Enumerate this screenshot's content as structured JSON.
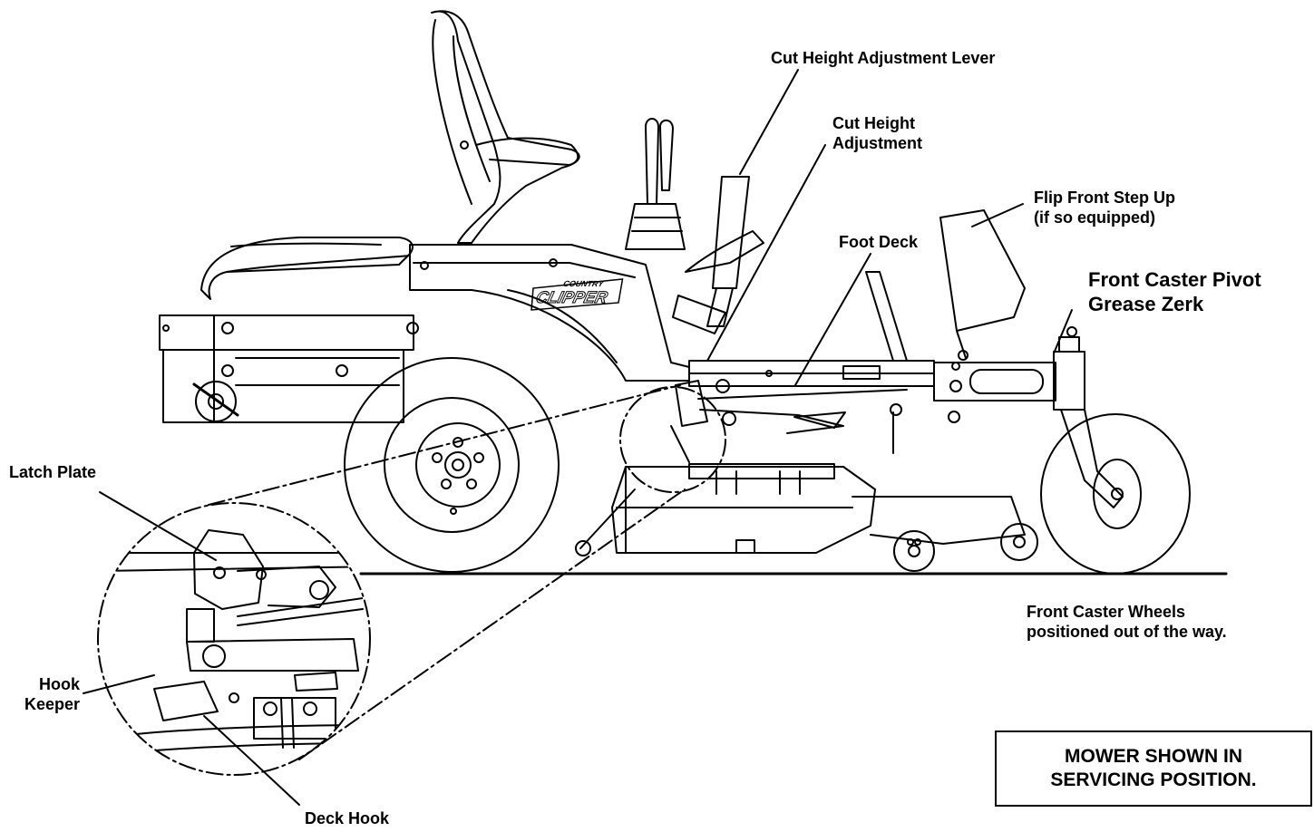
{
  "labels": {
    "cut_height_lever": "Cut Height Adjustment Lever",
    "cut_height_adjustment": [
      "Cut Height",
      "Adjustment"
    ],
    "flip_front_step": [
      "Flip Front Step Up",
      "(if so equipped)"
    ],
    "foot_deck": "Foot Deck",
    "front_caster_pivot": [
      "Front Caster Pivot",
      "Grease Zerk"
    ],
    "latch_plate": "Latch Plate",
    "hook_keeper": [
      "Hook",
      "Keeper"
    ],
    "deck_hook": "Deck Hook",
    "front_caster_wheels": [
      "Front Caster Wheels",
      "positioned out of the way."
    ],
    "notice_box": [
      "MOWER SHOWN IN",
      "SERVICING POSITION."
    ]
  },
  "logo_text": [
    "COUNTRY",
    "CLIPPER"
  ]
}
